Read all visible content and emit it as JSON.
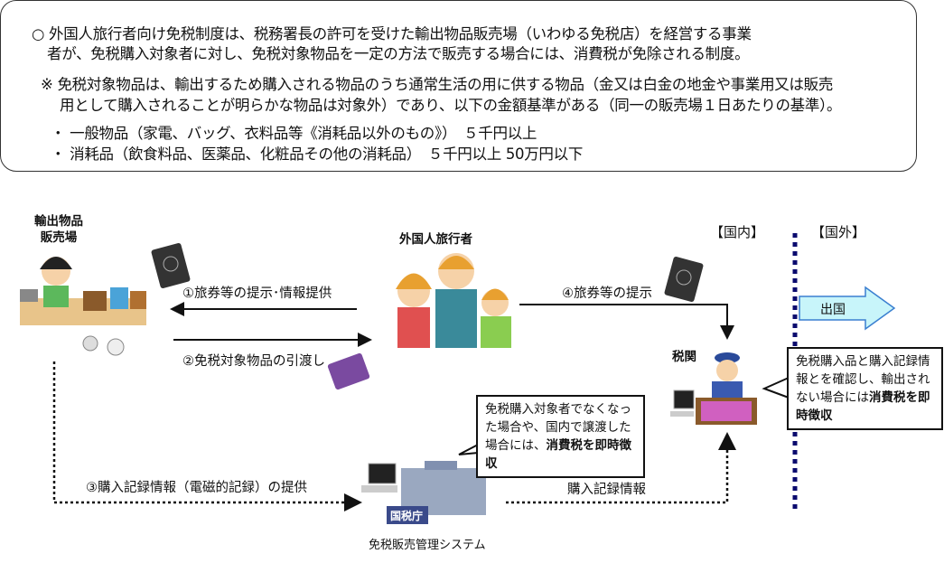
{
  "summary": {
    "line1": "○  外国人旅行者向け免税制度は、税務署長の許可を受けた輸出物品販売場（いわゆる免税店）を経営する事業",
    "line2": "者が、免税購入対象者に対し、免税対象物品を一定の方法で販売する場合には、消費税が免除される制度。",
    "note1": "※  免税対象物品は、輸出するため購入される物品のうち通常生活の用に供する物品（金又は白金の地金や事業用又は販売",
    "note2": "用として購入されることが明らかな物品は対象外）であり、以下の金額基準がある（同一の販売場１日あたりの基準）。",
    "bullet1": "・  一般物品（家電、バッグ、衣料品等《消耗品以外のもの》）　５千円以上",
    "bullet2": "・  消耗品（飲食料品、医薬品、化粧品その他の消耗品）　５千円以上 50万円以下"
  },
  "diagram": {
    "shop_label_1": "輸出物品",
    "shop_label_2": "販売場",
    "traveler_label": "外国人旅行者",
    "domestic_label": "【国内】",
    "overseas_label": "【国外】",
    "departure_label": "出国",
    "customs_label": "税関",
    "step1": "①旅券等の提示･情報提供",
    "step2": "②免税対象物品の引渡し",
    "step3": "③購入記録情報（電磁的記録）の提供",
    "step4": "④旅券等の提示",
    "record_info": "購入記録情報",
    "system_label": "免税販売管理システム",
    "nta_sign": "国税庁",
    "bubble_left_text": "免税購入対象者でなくなった場合や、国内で譲渡した場合には、",
    "bubble_left_bold": "消費税を即時徴収",
    "bubble_right_text": "免税購入品と購入記録情報とを確認し、輸出されない場合には",
    "bubble_right_bold": "消費税を即時徴収"
  },
  "colors": {
    "border_line": "#0a0a6e",
    "departure_fill": "#c8f5fa",
    "departure_stroke": "#3a7fd0"
  }
}
